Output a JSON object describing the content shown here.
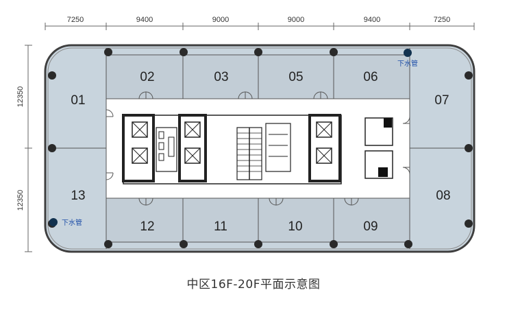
{
  "dimensions": {
    "top": [
      "7250",
      "9400",
      "9000",
      "9000",
      "9400",
      "7250"
    ],
    "left": [
      "12350",
      "12350"
    ]
  },
  "units": {
    "u01": "01",
    "u02": "02",
    "u03": "03",
    "u05": "05",
    "u06": "06",
    "u07": "07",
    "u08": "08",
    "u09": "09",
    "u10": "10",
    "u11": "11",
    "u12": "12",
    "u13": "13"
  },
  "pipes": {
    "top_right": "下水管",
    "bottom_left": "下水管"
  },
  "caption": "中区16F-20F平面示意图",
  "colors": {
    "unit_fill": "#c8d4dd",
    "inner_unit_fill": "#c2cdd6",
    "wall": "#444444",
    "core": "#ffffff",
    "column": "#2a2a2a",
    "pipe": "#12324f"
  }
}
